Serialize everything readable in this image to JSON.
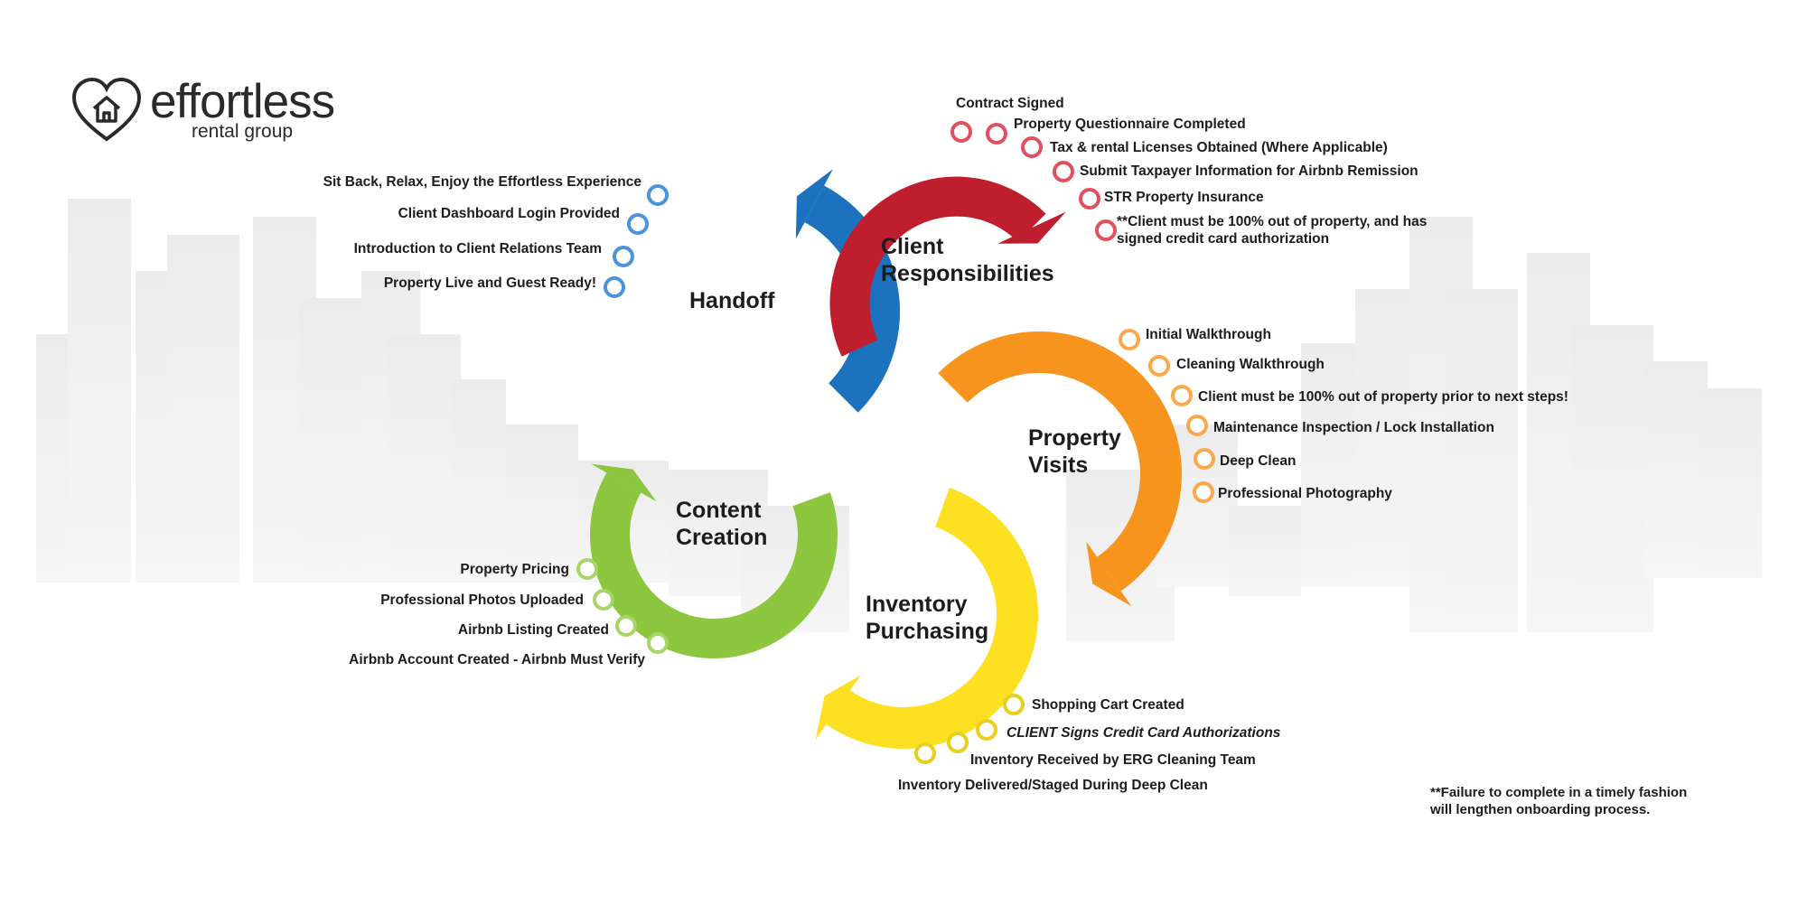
{
  "brand": {
    "name": "effortless",
    "sub": "rental group"
  },
  "colors": {
    "handoff": "#1c72bd",
    "client": "#be1e2d",
    "visits": "#f7941d",
    "inventory": "#fde021",
    "content": "#8dc63f",
    "skyline": "#ececec"
  },
  "phases": {
    "handoff": "Handoff",
    "client": [
      "Client",
      "Responsibilities"
    ],
    "visits": [
      "Property",
      "Visits"
    ],
    "content": [
      "Content",
      "Creation"
    ],
    "inventory": [
      "Inventory",
      "Purchasing"
    ]
  },
  "steps": {
    "client": [
      "Contract Signed",
      "Property Questionnaire Completed",
      "Tax & rental Licenses Obtained (Where Applicable)",
      "Submit Taxpayer Information for Airbnb Remission",
      "STR Property Insurance",
      "**Client must be 100% out of property, and has",
      "signed credit card authorization"
    ],
    "handoff": [
      "Sit Back, Relax, Enjoy the Effortless Experience",
      "Client Dashboard Login Provided",
      "Introduction to Client Relations Team",
      "Property Live and Guest Ready!"
    ],
    "visits": [
      "Initial Walkthrough",
      "Cleaning Walkthrough",
      "Client must be 100% out of property prior to next steps!",
      "Maintenance Inspection / Lock Installation",
      "Deep Clean",
      "Professional Photography"
    ],
    "content": [
      "Property Pricing",
      "Professional Photos Uploaded",
      "Airbnb Listing Created",
      "Airbnb Account Created - Airbnb Must Verify"
    ],
    "inventory": [
      "Shopping Cart Created",
      "CLIENT Signs Credit Card Authorizations",
      "Inventory Received by ERG Cleaning Team",
      "Inventory Delivered/Staged During Deep Clean"
    ]
  },
  "footnote": [
    "**Failure to complete in a timely fashion",
    "will lengthen onboarding process."
  ]
}
